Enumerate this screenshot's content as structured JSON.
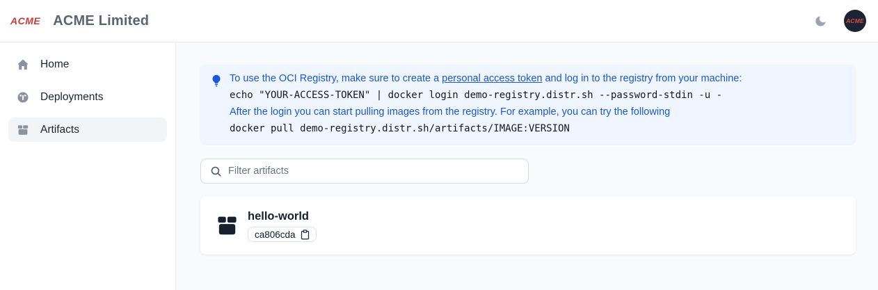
{
  "header": {
    "logo_text": "ACME",
    "title": "ACME Limited",
    "avatar_text": "ACME"
  },
  "sidebar": {
    "items": [
      {
        "label": "Home",
        "icon": "home-icon",
        "active": false
      },
      {
        "label": "Deployments",
        "icon": "gauge-icon",
        "active": false
      },
      {
        "label": "Artifacts",
        "icon": "package-icon",
        "active": true
      }
    ]
  },
  "main": {
    "info_box": {
      "icon": "lightbulb-icon",
      "line1_prefix": "To use the OCI Registry, make sure to create a ",
      "line1_link": "personal access token",
      "line1_suffix": " and log in to the registry from your machine:",
      "code1": "echo \"YOUR-ACCESS-TOKEN\" | docker login demo-registry.distr.sh --password-stdin -u -",
      "line2": "After the login you can start pulling images from the registry. For example, you can try the following",
      "code2": "docker pull demo-registry.distr.sh/artifacts/IMAGE:VERSION"
    },
    "filter": {
      "placeholder": "Filter artifacts",
      "icon": "search-icon"
    },
    "artifacts": [
      {
        "name": "hello-world",
        "tag": "ca806cda",
        "copy_icon": "clipboard-icon"
      }
    ]
  },
  "colors": {
    "brand_red": "#ce3b3b",
    "avatar_bg": "#1b2434",
    "info_bg": "#eff6ff",
    "info_text_blue": "#1a56db",
    "main_bg": "#f8fafc",
    "active_item_bg": "#f3f4f6",
    "icon_gray": "#8b919e",
    "dark_navy": "#16202e"
  }
}
